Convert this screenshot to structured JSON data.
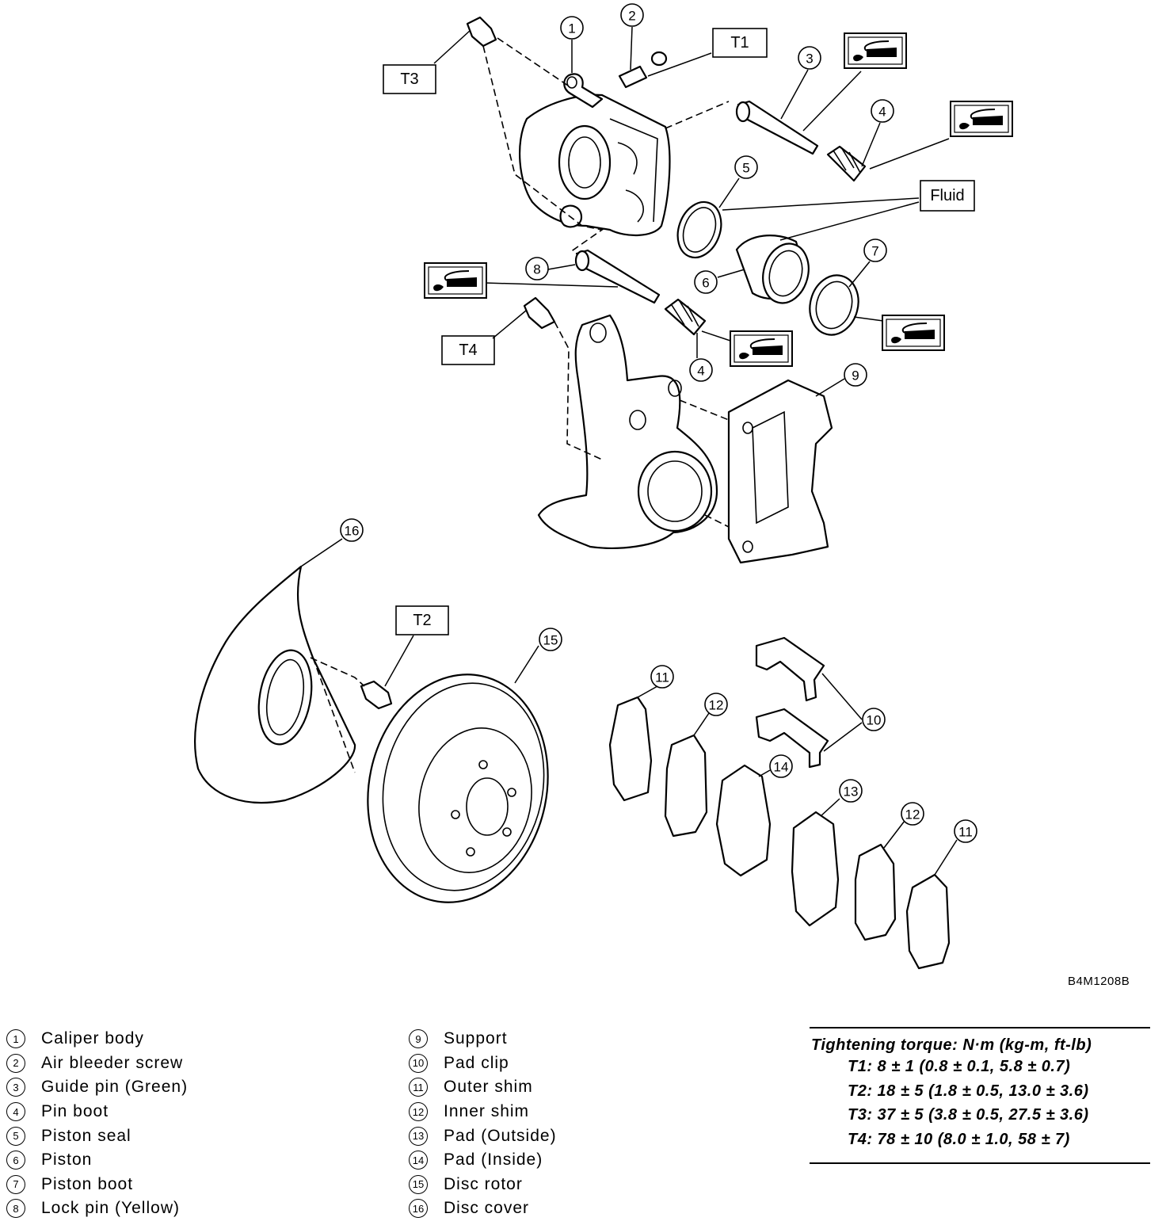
{
  "figure_code": "B4M1208B",
  "callouts": [
    {
      "id": "c1",
      "label": "1"
    },
    {
      "id": "c2",
      "label": "2"
    },
    {
      "id": "c3",
      "label": "3"
    },
    {
      "id": "c4a",
      "label": "4"
    },
    {
      "id": "c4b",
      "label": "4"
    },
    {
      "id": "c5",
      "label": "5"
    },
    {
      "id": "c6",
      "label": "6"
    },
    {
      "id": "c7",
      "label": "7"
    },
    {
      "id": "c8",
      "label": "8"
    },
    {
      "id": "c9",
      "label": "9"
    },
    {
      "id": "c10",
      "label": "10"
    },
    {
      "id": "c11a",
      "label": "11"
    },
    {
      "id": "c11b",
      "label": "11"
    },
    {
      "id": "c12a",
      "label": "12"
    },
    {
      "id": "c12b",
      "label": "12"
    },
    {
      "id": "c13",
      "label": "13"
    },
    {
      "id": "c14",
      "label": "14"
    },
    {
      "id": "c15",
      "label": "15"
    },
    {
      "id": "c16",
      "label": "16"
    }
  ],
  "tags": {
    "T1": "T1",
    "T2": "T2",
    "T3": "T3",
    "T4": "T4",
    "fluid": "Fluid"
  },
  "grease_icon": "grease-tube-icon",
  "legend": {
    "left": [
      {
        "num": "1",
        "label": "Caliper body"
      },
      {
        "num": "2",
        "label": "Air bleeder screw"
      },
      {
        "num": "3",
        "label": "Guide pin (Green)"
      },
      {
        "num": "4",
        "label": "Pin boot"
      },
      {
        "num": "5",
        "label": "Piston seal"
      },
      {
        "num": "6",
        "label": "Piston"
      },
      {
        "num": "7",
        "label": "Piston boot"
      },
      {
        "num": "8",
        "label": "Lock pin (Yellow)"
      }
    ],
    "right": [
      {
        "num": "9",
        "label": "Support"
      },
      {
        "num": "10",
        "label": "Pad clip"
      },
      {
        "num": "11",
        "label": "Outer shim"
      },
      {
        "num": "12",
        "label": "Inner shim"
      },
      {
        "num": "13",
        "label": "Pad (Outside)"
      },
      {
        "num": "14",
        "label": "Pad (Inside)"
      },
      {
        "num": "15",
        "label": "Disc rotor"
      },
      {
        "num": "16",
        "label": "Disc cover"
      }
    ]
  },
  "torque": {
    "title": "Tightening torque: N·m (kg-m, ft-lb)",
    "lines": [
      "T1: 8 ± 1 (0.8 ± 0.1, 5.8 ± 0.7)",
      "T2: 18 ± 5 (1.8 ± 0.5, 13.0 ± 3.6)",
      "T3: 37 ± 5 (3.8 ± 0.5, 27.5 ± 3.6)",
      "T4: 78 ± 10 (8.0 ± 1.0, 58 ± 7)"
    ]
  }
}
